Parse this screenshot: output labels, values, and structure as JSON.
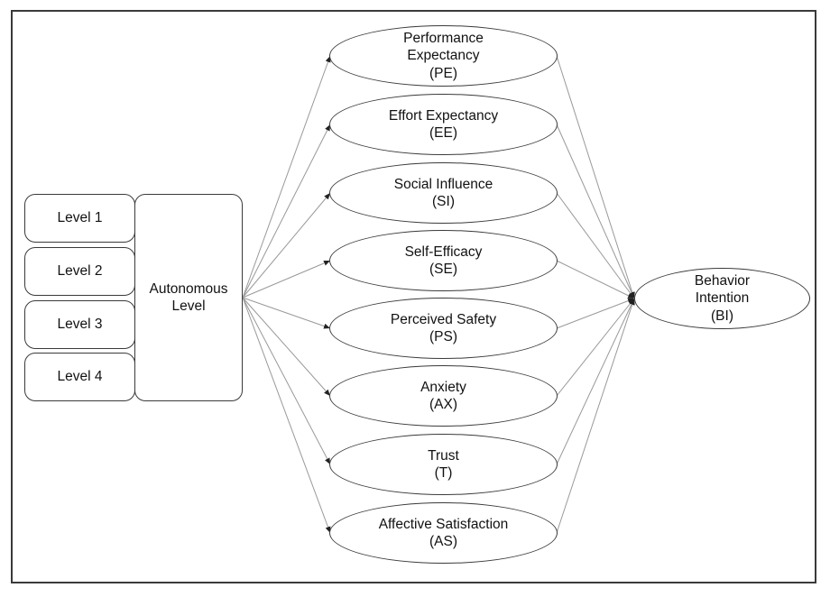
{
  "levels": [
    {
      "label": "Level 1"
    },
    {
      "label": "Level 2"
    },
    {
      "label": "Level 3"
    },
    {
      "label": "Level 4"
    }
  ],
  "autonomous": {
    "label": "Autonomous\nLevel"
  },
  "constructs": [
    {
      "lines": [
        "Performance",
        "Expectancy",
        "(PE)"
      ]
    },
    {
      "lines": [
        "Effort Expectancy",
        "(EE)"
      ]
    },
    {
      "lines": [
        "Social Influence",
        "(SI)"
      ]
    },
    {
      "lines": [
        "Self-Efficacy",
        "(SE)"
      ]
    },
    {
      "lines": [
        "Perceived Safety",
        "(PS)"
      ]
    },
    {
      "lines": [
        "Anxiety",
        "(AX)"
      ]
    },
    {
      "lines": [
        "Trust",
        "(T)"
      ]
    },
    {
      "lines": [
        "Affective Satisfaction",
        "(AS)"
      ]
    }
  ],
  "outcome": {
    "lines": [
      "Behavior",
      "Intention",
      "(BI)"
    ]
  },
  "colors": {
    "border": "#3a3a3a",
    "arrow": "#999999"
  }
}
